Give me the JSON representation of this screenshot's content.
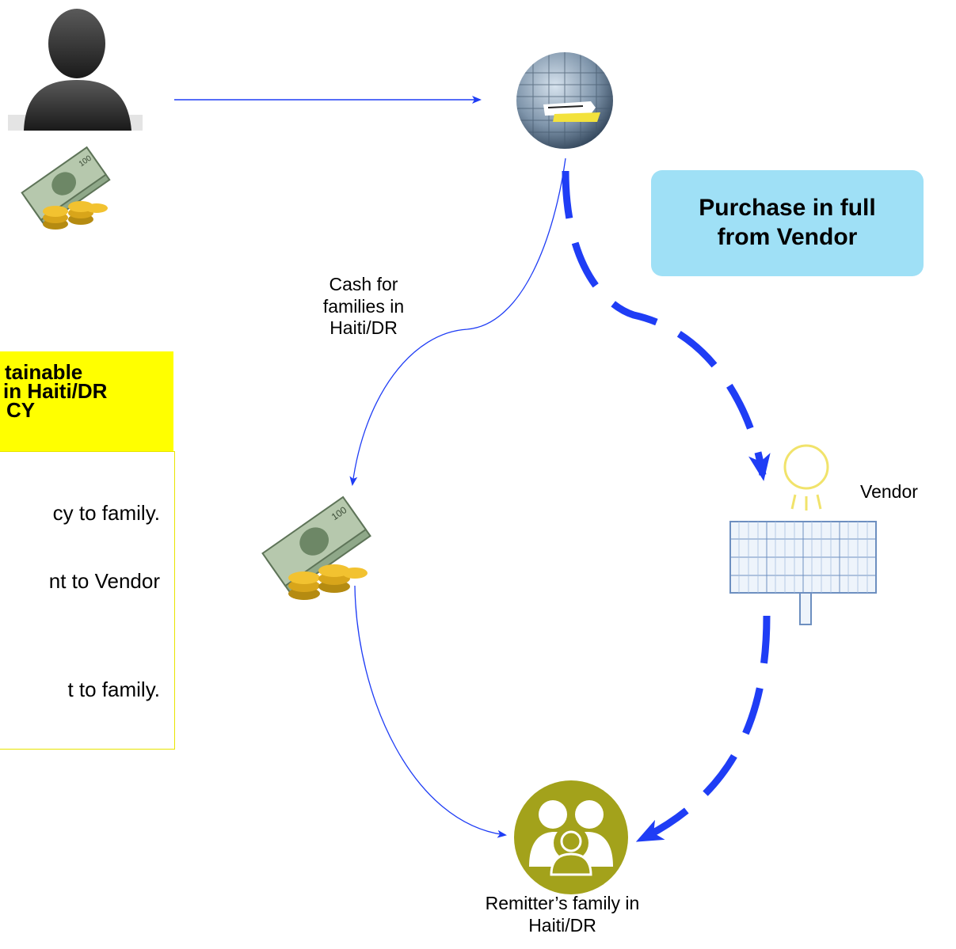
{
  "callout": {
    "line1": "Purchase in full",
    "line2": "from Vendor"
  },
  "labels": {
    "cash_line1": "Cash for",
    "cash_line2": "families in",
    "cash_line3": "Haiti/DR",
    "vendor": "Vendor",
    "family_line1": "Remitter’s family in",
    "family_line2": "Haiti/DR"
  },
  "side_box": {
    "header_lines": [
      "tainable",
      "in Haiti/DR",
      "CY"
    ],
    "body_lines": [
      "cy to family.",
      "nt to Vendor",
      "t to family."
    ]
  },
  "icons": [
    "person-silhouette-icon",
    "money-stack-icon",
    "money-transfer-globe-icon",
    "solar-panel-icon",
    "family-group-icon"
  ],
  "colors": {
    "arrow_blue": "#1f3df5",
    "callout_fill": "#9fe0f6",
    "side_box_fill": "#ffff00",
    "family_green": "#a3a21b",
    "sun_yellow": "#f1e36b"
  }
}
